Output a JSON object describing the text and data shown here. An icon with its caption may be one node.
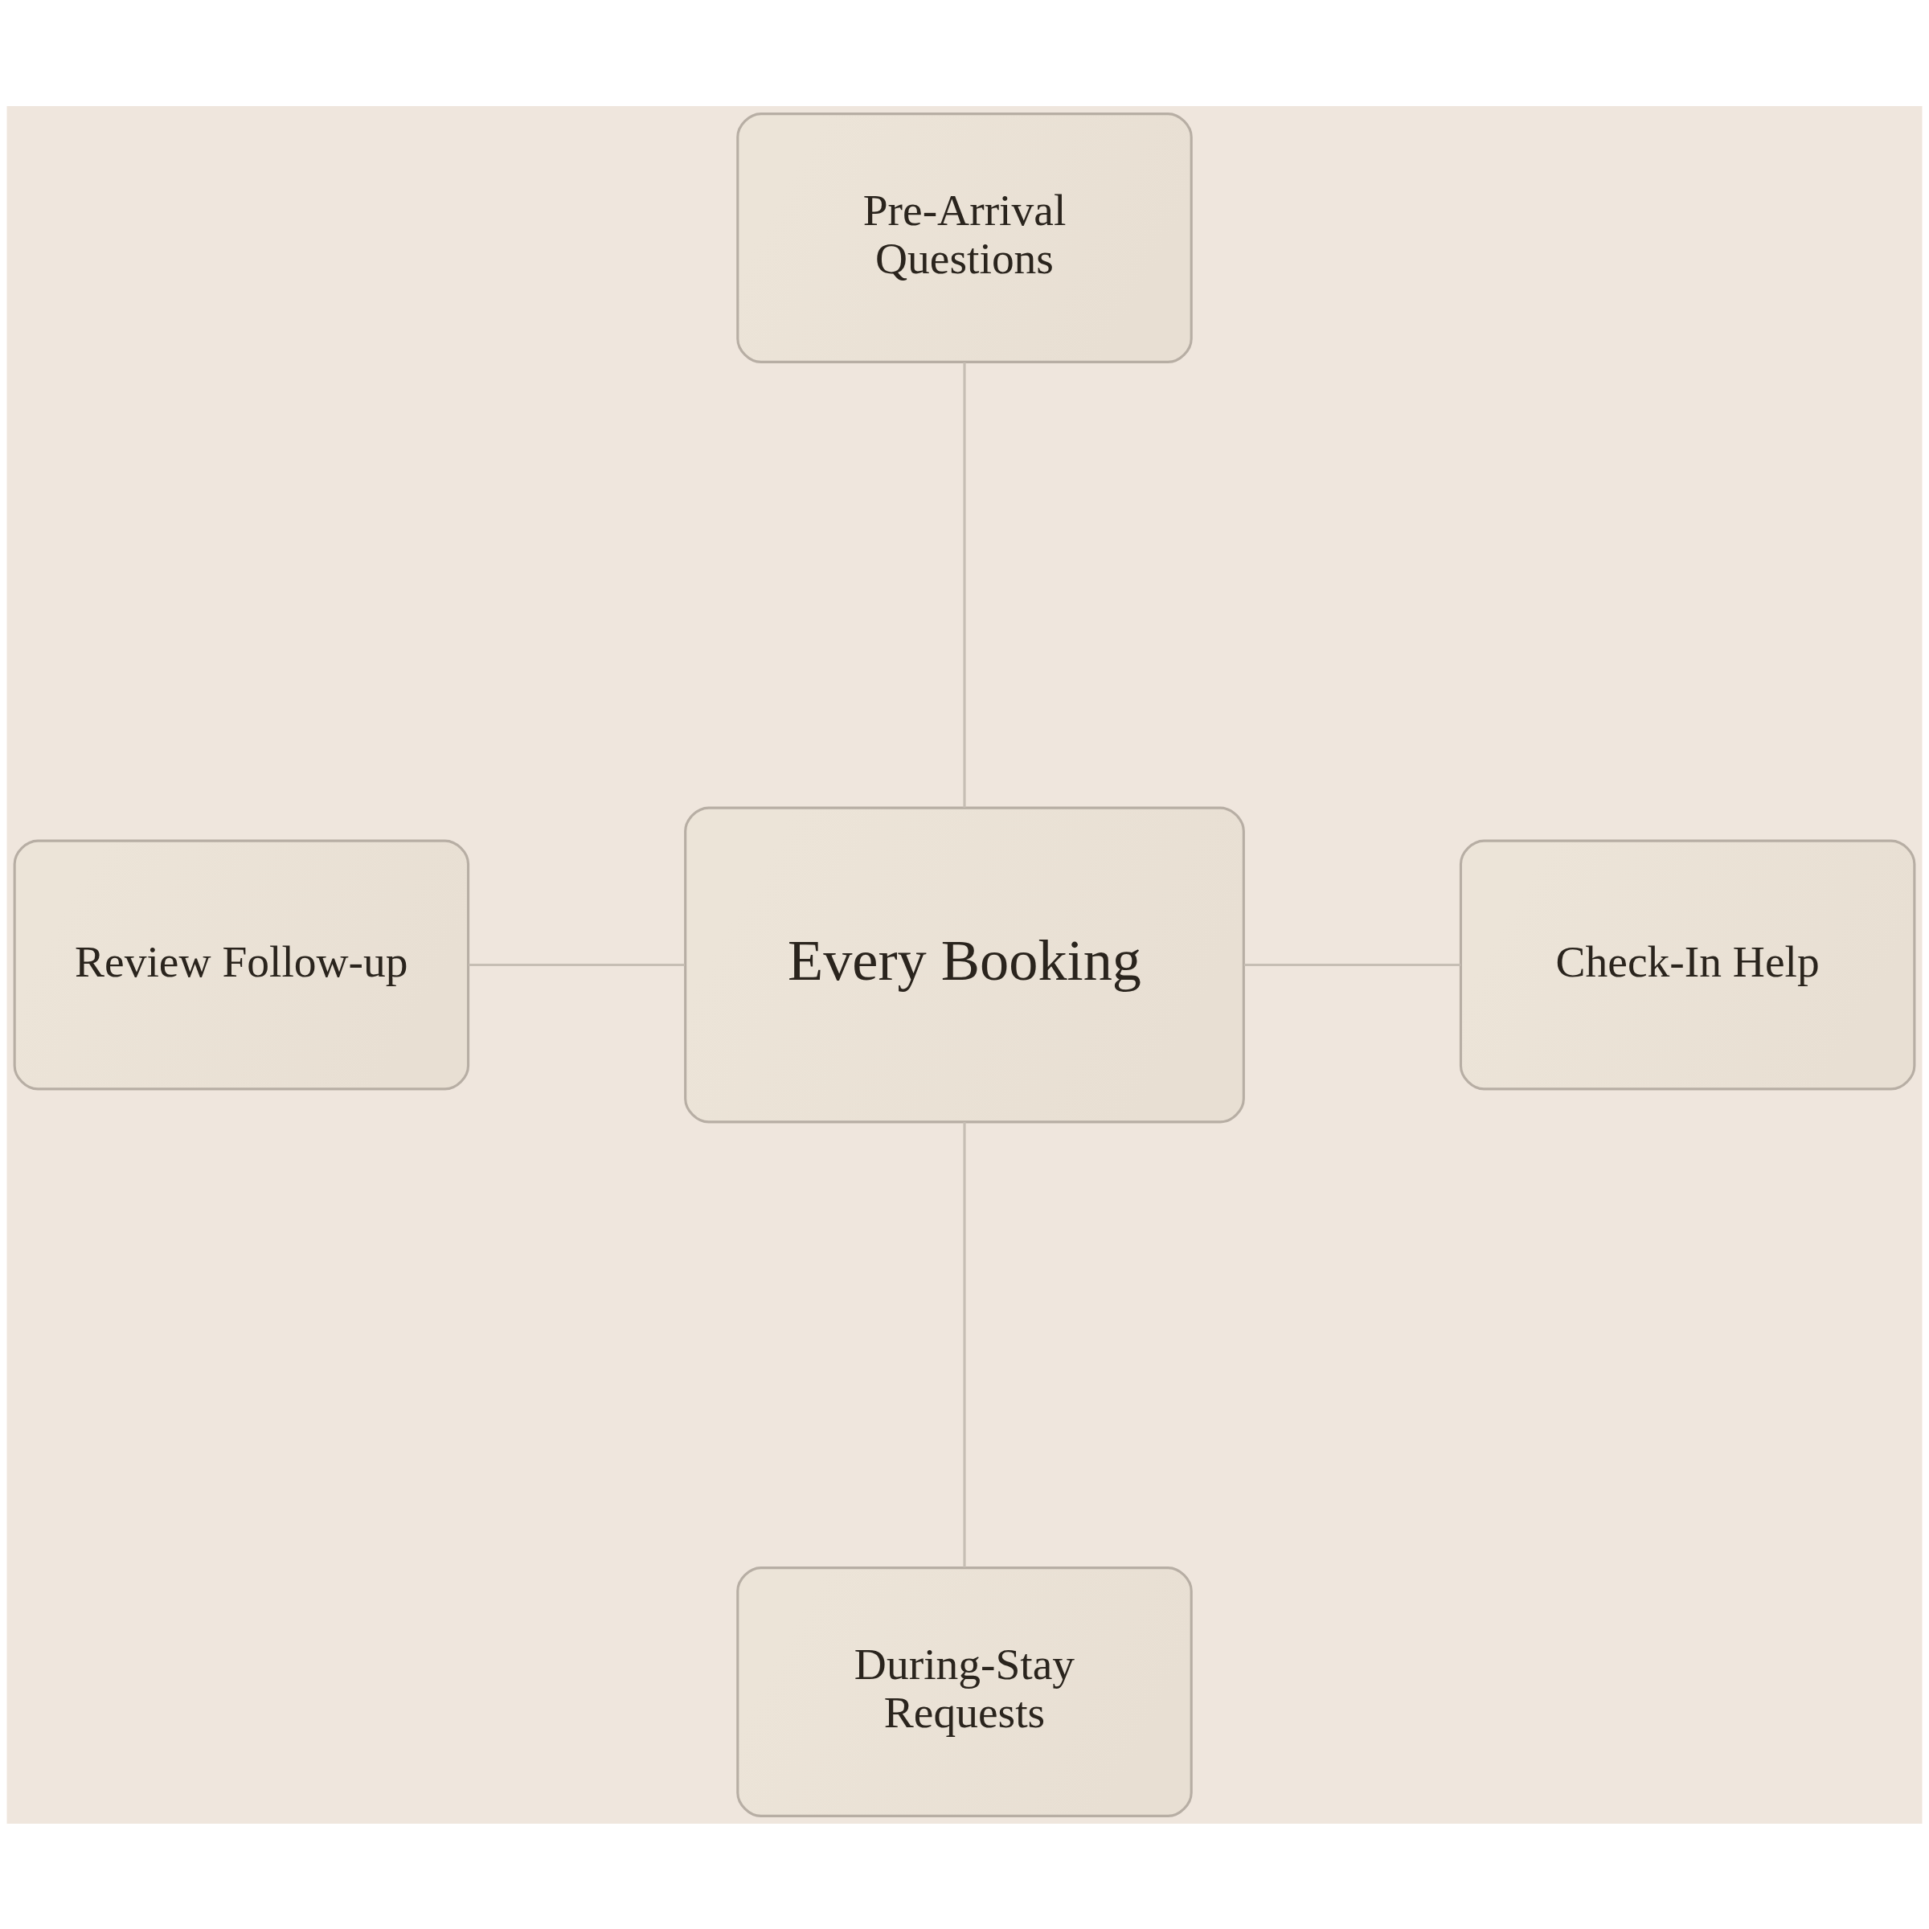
{
  "diagram": {
    "nodes": [
      {
        "text": [
          "Pre-Arrival Questions"
        ]
      },
      {
        "text": [
          "Review Follow-up"
        ]
      },
      {
        "text": [
          "Every Booking"
        ]
      },
      {
        "text": [
          "Check-In Help"
        ]
      },
      {
        "text": [
          "During-Stay Requests"
        ]
      }
    ],
    "edges": [
      {
        "from": 0,
        "to": 2,
        "arrow": "none"
      },
      {
        "from": 1,
        "to": 2,
        "arrow": "none"
      },
      {
        "from": 2,
        "to": 3,
        "arrow": "none"
      },
      {
        "from": 2,
        "to": 4,
        "arrow": "none"
      }
    ]
  }
}
